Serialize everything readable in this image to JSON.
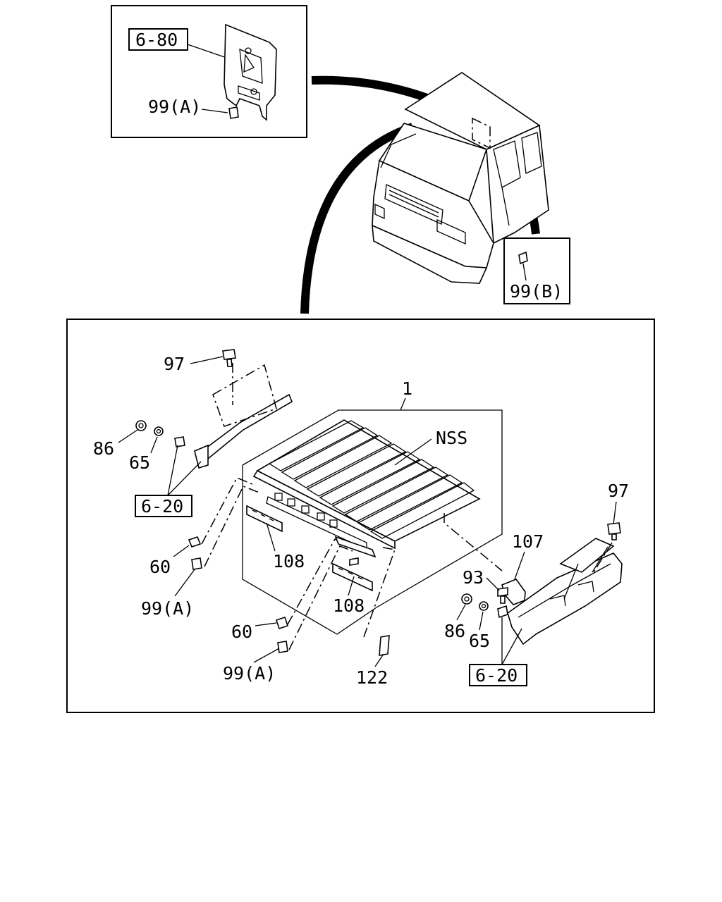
{
  "labels": {
    "ref_6_80": "6-80",
    "p99a_top": "99(A)",
    "p99b": "99(B)",
    "p97_left": "97",
    "p1": "1",
    "nss": "NSS",
    "p86_left": "86",
    "p65_left": "65",
    "ref_6_20_left": "6-20",
    "p60_upper": "60",
    "p108_upper": "108",
    "p99a_mid": "99(A)",
    "p108_lower": "108",
    "p60_lower": "60",
    "p99a_low": "99(A)",
    "p122": "122",
    "p97_right": "97",
    "p107": "107",
    "p93": "93",
    "p86_right": "86",
    "p65_right": "65",
    "ref_6_20_right": "6-20"
  }
}
